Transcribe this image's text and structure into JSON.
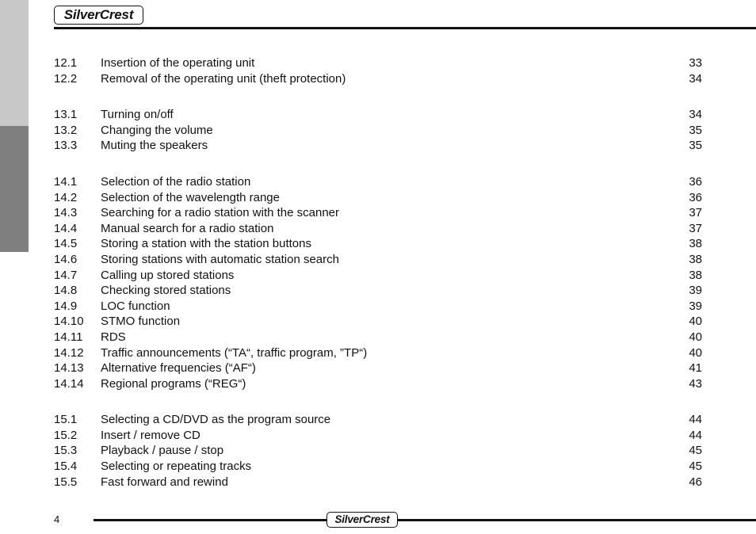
{
  "header": {
    "logo_text": "SilverCrest"
  },
  "toc": {
    "groups": [
      {
        "entries": [
          {
            "number": "12.1",
            "title": "Insertion of the operating unit",
            "page": "33"
          },
          {
            "number": "12.2",
            "title": "Removal of the operating unit (theft protection)",
            "page": "34"
          }
        ]
      },
      {
        "entries": [
          {
            "number": "13.1",
            "title": "Turning on/off",
            "page": "34"
          },
          {
            "number": "13.2",
            "title": "Changing the volume",
            "page": "35"
          },
          {
            "number": "13.3",
            "title": "Muting the speakers",
            "page": "35"
          }
        ]
      },
      {
        "entries": [
          {
            "number": "14.1",
            "title": "Selection of the radio station",
            "page": "36"
          },
          {
            "number": "14.2",
            "title": "Selection of the wavelength range",
            "page": "36"
          },
          {
            "number": "14.3",
            "title": "Searching for a radio station with the scanner",
            "page": "37"
          },
          {
            "number": "14.4",
            "title": "Manual search for a radio station",
            "page": "37"
          },
          {
            "number": "14.5",
            "title": "Storing a station with the station buttons",
            "page": "38"
          },
          {
            "number": "14.6",
            "title": "Storing stations with automatic station search",
            "page": "38"
          },
          {
            "number": "14.7",
            "title": "Calling up stored stations",
            "page": "38"
          },
          {
            "number": "14.8",
            "title": "Checking stored stations",
            "page": "39"
          },
          {
            "number": "14.9",
            "title": "LOC function",
            "page": "39"
          },
          {
            "number": "14.10",
            "title": "STMO function",
            "page": "40"
          },
          {
            "number": "14.11",
            "title": "RDS",
            "page": "40"
          },
          {
            "number": "14.12",
            "title": "Traffic announcements (“TA“, traffic program, ”TP“)",
            "page": "40"
          },
          {
            "number": "14.13",
            "title": "Alternative frequencies (“AF“)",
            "page": "41"
          },
          {
            "number": "14.14",
            "title": "Regional programs (“REG“)",
            "page": "43"
          }
        ]
      },
      {
        "entries": [
          {
            "number": "15.1",
            "title": "Selecting a CD/DVD as the program source",
            "page": "44"
          },
          {
            "number": "15.2",
            "title": "Insert / remove CD",
            "page": "44"
          },
          {
            "number": "15.3",
            "title": "Playback / pause / stop",
            "page": "45"
          },
          {
            "number": "15.4",
            "title": "Selecting or repeating tracks",
            "page": "45"
          },
          {
            "number": "15.5",
            "title": "Fast forward and rewind",
            "page": "46"
          }
        ]
      }
    ]
  },
  "footer": {
    "page_number": "4",
    "logo_text": "SilverCrest"
  }
}
